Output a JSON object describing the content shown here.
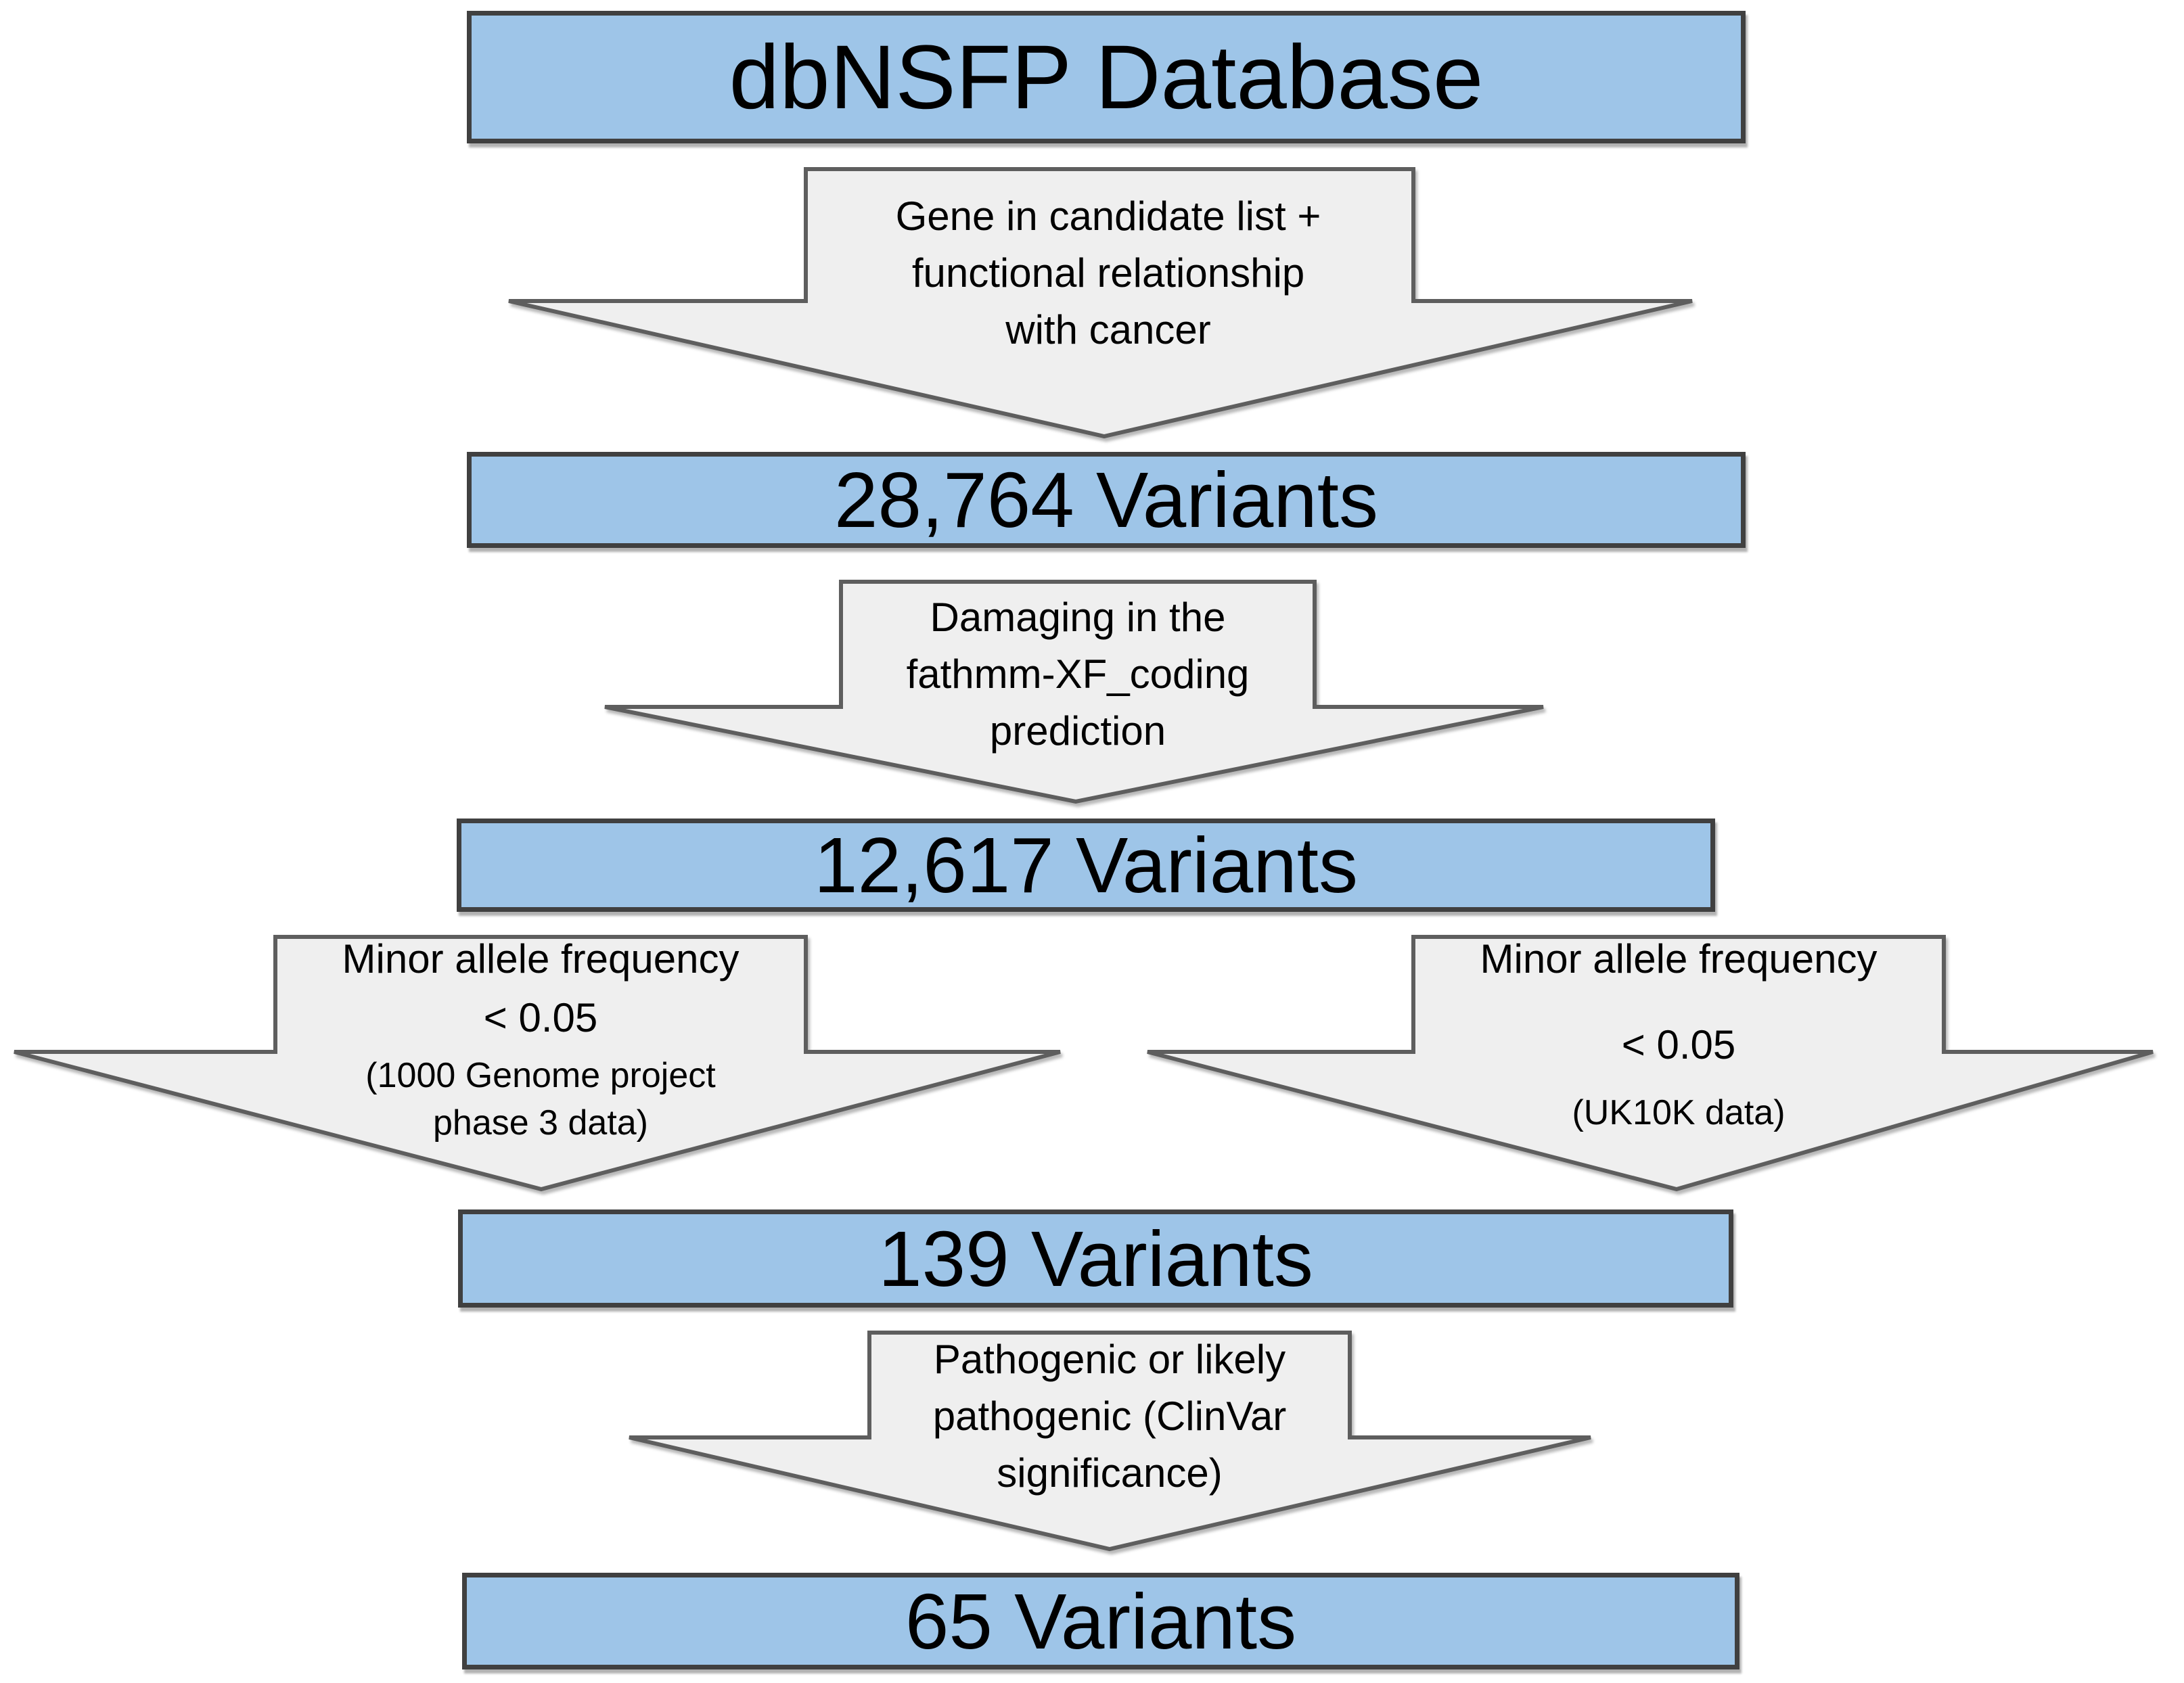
{
  "colors": {
    "node_fill": "#9EC5E8",
    "node_border": "#404040",
    "arrow_fill": "#EFEFEF",
    "arrow_border": "#5E5E5E",
    "text": "#000000",
    "background": "#FFFFFF"
  },
  "flow": {
    "nodes": [
      {
        "label": "dbNSFP Database"
      },
      {
        "label": "28,764 Variants"
      },
      {
        "label": "12,617 Variants"
      },
      {
        "label": "139 Variants"
      },
      {
        "label": "65 Variants"
      }
    ],
    "filters": [
      {
        "lines": [
          "Gene in candidate list +",
          "functional relationship",
          "with cancer"
        ]
      },
      {
        "lines": [
          "Damaging in the",
          "fathmm-XF_coding",
          "prediction"
        ]
      },
      {
        "lines": [
          "Minor allele frequency",
          "< 0.05",
          "(1000 Genome project",
          "phase 3 data)"
        ]
      },
      {
        "lines": [
          "Minor allele frequency",
          "< 0.05",
          "(UK10K data)"
        ]
      },
      {
        "lines": [
          "Pathogenic or likely",
          "pathogenic (ClinVar",
          "significance)"
        ]
      }
    ]
  }
}
